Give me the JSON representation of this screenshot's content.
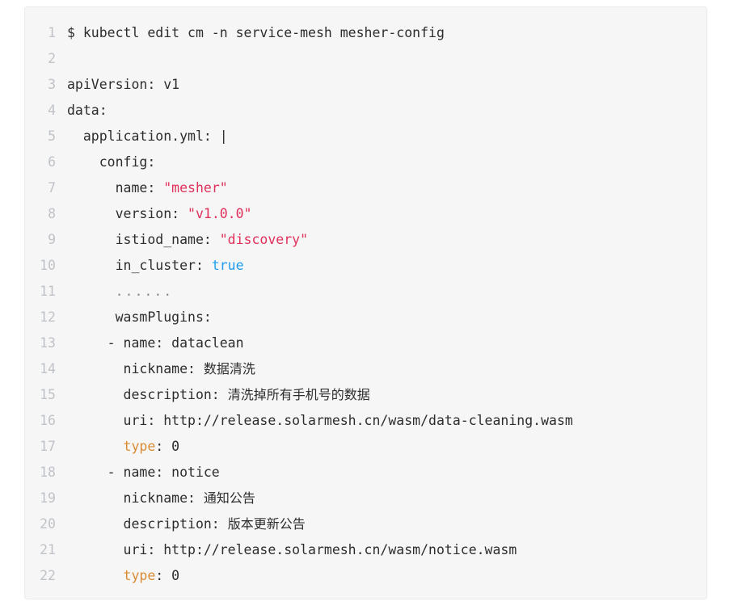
{
  "editor": {
    "name": "yaml-code-block",
    "background": "#f6f6f6",
    "border_color": "#eaeaea",
    "line_number_color": "#bfc3c7",
    "text_color": "#2d2d2d",
    "colors": {
      "string": "#e0315b",
      "boolean": "#1f9cf0",
      "key_highlight": "#d98b34"
    },
    "first_line_number": 1,
    "last_line_number": 22,
    "total_lines": 22,
    "lines": [
      {
        "num": "1",
        "tokens": [
          {
            "t": "$ kubectl edit cm -n service-mesh mesher-config",
            "c": "plain"
          }
        ]
      },
      {
        "num": "2",
        "tokens": [
          {
            "t": "",
            "c": "plain"
          }
        ]
      },
      {
        "num": "3",
        "tokens": [
          {
            "t": "apiVersion: v1",
            "c": "plain"
          }
        ]
      },
      {
        "num": "4",
        "tokens": [
          {
            "t": "data:",
            "c": "plain"
          }
        ]
      },
      {
        "num": "5",
        "tokens": [
          {
            "t": "  application.yml: |",
            "c": "plain"
          }
        ]
      },
      {
        "num": "6",
        "tokens": [
          {
            "t": "    config:",
            "c": "plain"
          }
        ]
      },
      {
        "num": "7",
        "tokens": [
          {
            "t": "      name: ",
            "c": "plain"
          },
          {
            "t": "\"mesher\"",
            "c": "string"
          }
        ]
      },
      {
        "num": "8",
        "tokens": [
          {
            "t": "      version: ",
            "c": "plain"
          },
          {
            "t": "\"v1.0.0\"",
            "c": "string"
          }
        ]
      },
      {
        "num": "9",
        "tokens": [
          {
            "t": "      istiod_name: ",
            "c": "plain"
          },
          {
            "t": "\"discovery\"",
            "c": "string"
          }
        ]
      },
      {
        "num": "10",
        "tokens": [
          {
            "t": "      in_cluster: ",
            "c": "plain"
          },
          {
            "t": "true",
            "c": "boolean"
          }
        ]
      },
      {
        "num": "11",
        "tokens": [
          {
            "t": "      ",
            "c": "plain"
          },
          {
            "t": "......",
            "c": "dots"
          }
        ]
      },
      {
        "num": "12",
        "tokens": [
          {
            "t": "      wasmPlugins:",
            "c": "plain"
          }
        ]
      },
      {
        "num": "13",
        "tokens": [
          {
            "t": "     - name: dataclean",
            "c": "plain"
          }
        ]
      },
      {
        "num": "14",
        "tokens": [
          {
            "t": "       nickname: ",
            "c": "plain"
          },
          {
            "t": "数据清洗",
            "c": "cjk"
          }
        ]
      },
      {
        "num": "15",
        "tokens": [
          {
            "t": "       description: ",
            "c": "plain"
          },
          {
            "t": "清洗掉所有手机号的数据",
            "c": "cjk"
          }
        ]
      },
      {
        "num": "16",
        "tokens": [
          {
            "t": "       uri: http://release.solarmesh.cn/wasm/data-cleaning.wasm",
            "c": "plain"
          }
        ]
      },
      {
        "num": "17",
        "tokens": [
          {
            "t": "       ",
            "c": "plain"
          },
          {
            "t": "type",
            "c": "key"
          },
          {
            "t": ": 0",
            "c": "plain"
          }
        ]
      },
      {
        "num": "18",
        "tokens": [
          {
            "t": "     - name: notice",
            "c": "plain"
          }
        ]
      },
      {
        "num": "19",
        "tokens": [
          {
            "t": "       nickname: ",
            "c": "plain"
          },
          {
            "t": "通知公告",
            "c": "cjk"
          }
        ]
      },
      {
        "num": "20",
        "tokens": [
          {
            "t": "       description: ",
            "c": "plain"
          },
          {
            "t": "版本更新公告",
            "c": "cjk"
          }
        ]
      },
      {
        "num": "21",
        "tokens": [
          {
            "t": "       uri: http://release.solarmesh.cn/wasm/notice.wasm",
            "c": "plain"
          }
        ]
      },
      {
        "num": "22",
        "tokens": [
          {
            "t": "       ",
            "c": "plain"
          },
          {
            "t": "type",
            "c": "key"
          },
          {
            "t": ": 0",
            "c": "plain"
          }
        ]
      }
    ]
  }
}
